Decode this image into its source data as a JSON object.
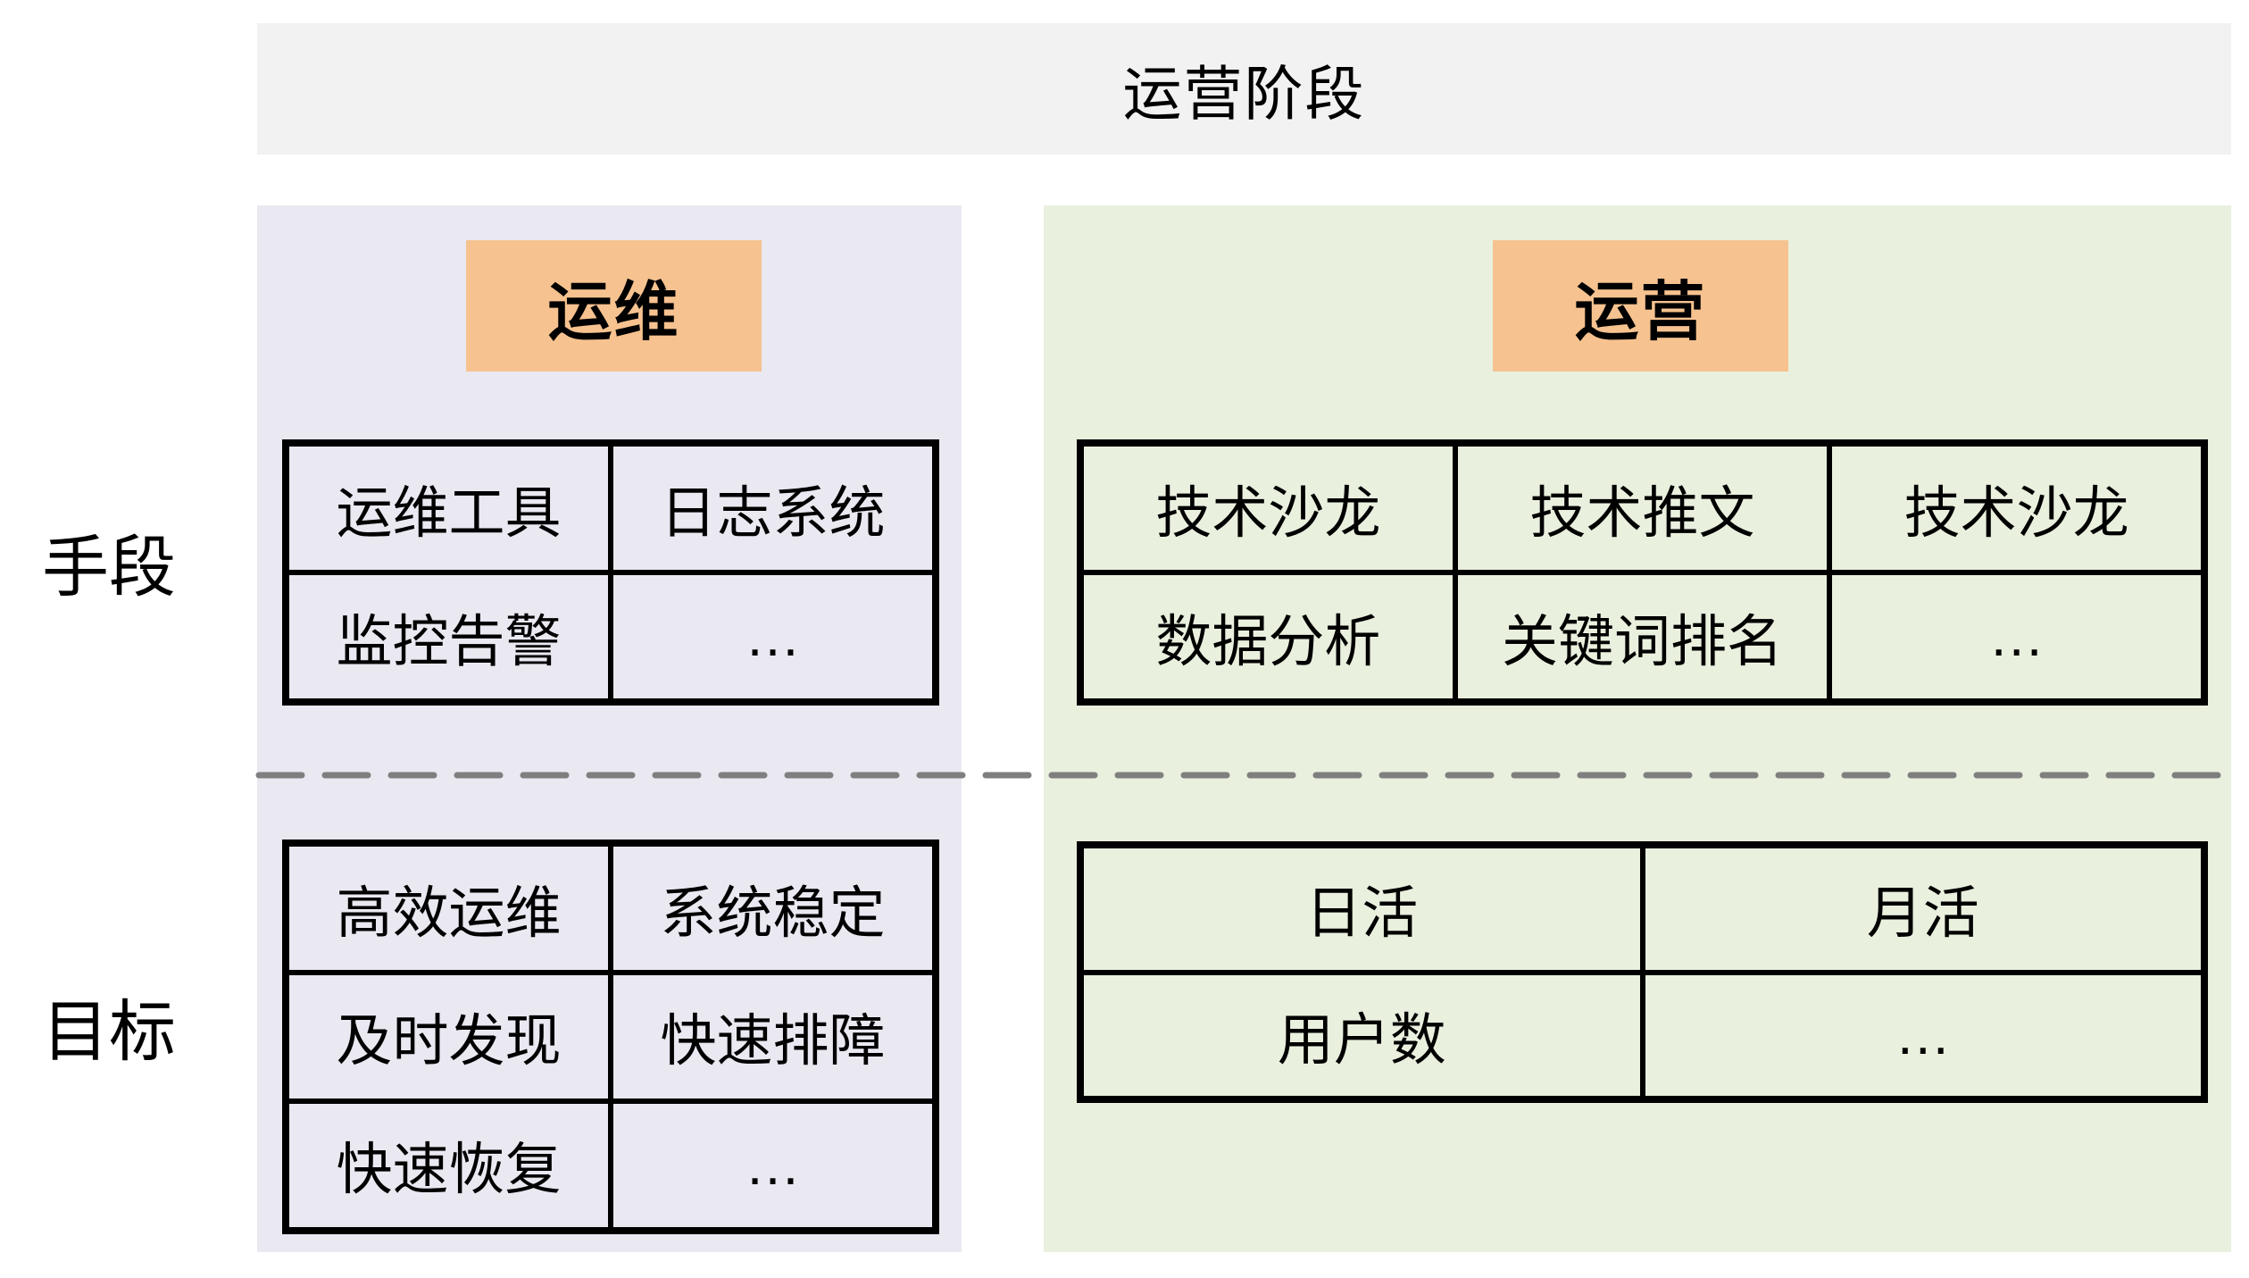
{
  "header": {
    "title": "运营阶段"
  },
  "row_labels": {
    "means": "手段",
    "goals": "目标"
  },
  "columns": {
    "ops": {
      "title": "运维",
      "means_table": [
        [
          "运维工具",
          "日志系统"
        ],
        [
          "监控告警",
          "…"
        ]
      ],
      "goals_table": [
        [
          "高效运维",
          "系统稳定"
        ],
        [
          "及时发现",
          "快速排障"
        ],
        [
          "快速恢复",
          "…"
        ]
      ]
    },
    "operation": {
      "title": "运营",
      "means_table": [
        [
          "技术沙龙",
          "技术推文",
          "技术沙龙"
        ],
        [
          "数据分析",
          "关键词排名",
          "…"
        ]
      ],
      "goals_table": [
        [
          "日活",
          "月活"
        ],
        [
          "用户数",
          "…"
        ]
      ]
    }
  },
  "colors": {
    "header-bg": "#F2F2F2",
    "ops-bg": "#EAE8F1",
    "operation-bg": "#E9F0DE",
    "accent-orange": "#F6C28F",
    "border": "#000000",
    "dash": "#7F7F7F",
    "text": "#000000"
  }
}
